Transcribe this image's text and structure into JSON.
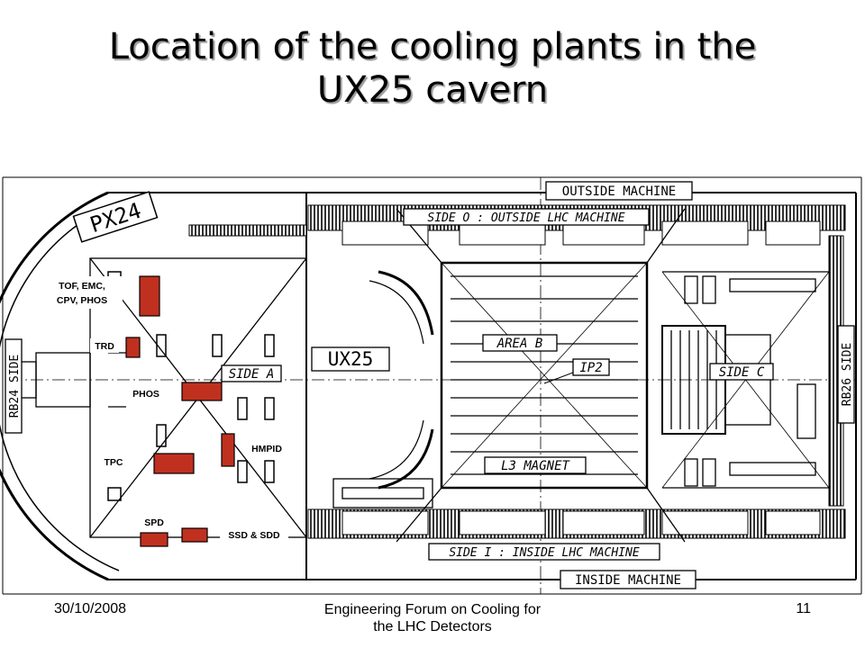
{
  "slide": {
    "title_line1": "Location of the cooling plants in the",
    "title_line2": "UX25 cavern"
  },
  "diagram": {
    "labels": {
      "px24": "PX24",
      "outside_machine": "OUTSIDE MACHINE",
      "inside_machine": "INSIDE MACHINE",
      "side_o": "SIDE O : OUTSIDE LHC MACHINE",
      "side_i": "SIDE I : INSIDE LHC MACHINE",
      "ux25": "UX25",
      "side_a": "SIDE A",
      "side_c": "SIDE C",
      "area_b": "AREA B",
      "ip2": "IP2",
      "l3_magnet": "L3 MAGNET",
      "rb24_side": "RB24 SIDE",
      "rb26_side": "RB26 SIDE"
    },
    "plants": {
      "tof_line1": "TOF, EMC,",
      "tof_line2": "CPV, PHOS",
      "trd": "TRD",
      "phos": "PHOS",
      "tpc": "TPC",
      "hmpid": "HMPID",
      "spd": "SPD",
      "ssd_sdd": "SSD & SDD"
    },
    "colors": {
      "plant_fill": "#c0301f",
      "line": "#000000"
    }
  },
  "footer": {
    "date": "30/10/2008",
    "center_line1": "Engineering Forum on Cooling for",
    "center_line2": "the LHC Detectors",
    "page": "11"
  }
}
